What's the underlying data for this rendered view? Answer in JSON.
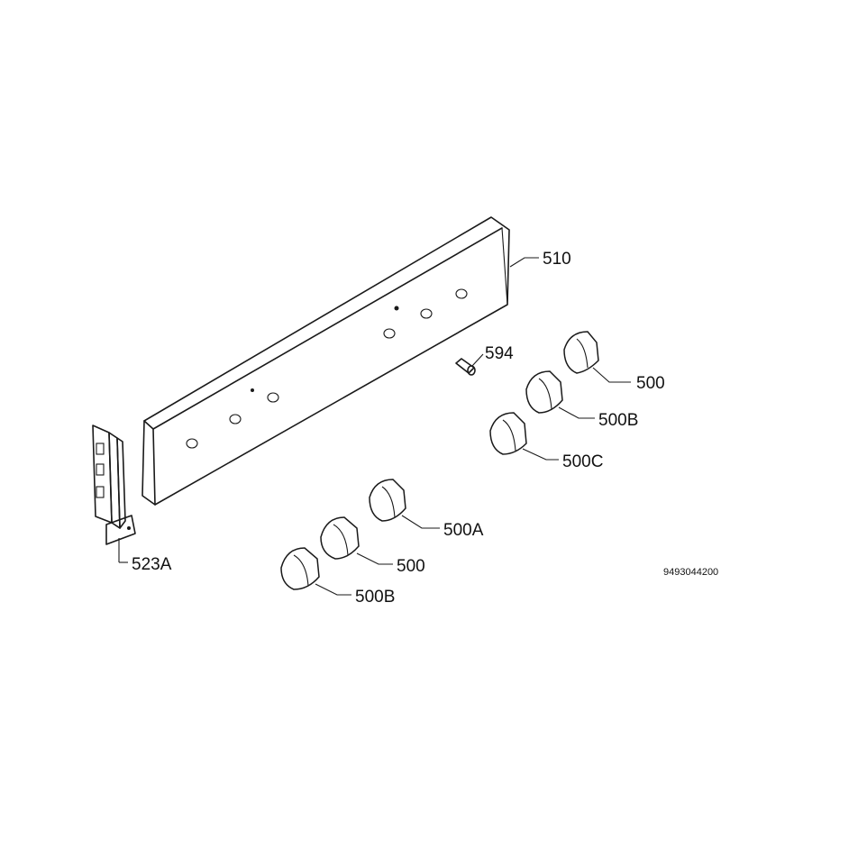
{
  "diagram": {
    "drawing_code": "9493044200",
    "parts": [
      {
        "id": "control-panel",
        "label": "510"
      },
      {
        "id": "screw",
        "label": "594"
      },
      {
        "id": "knob-right-1",
        "label": "500"
      },
      {
        "id": "knob-right-2",
        "label": "500B"
      },
      {
        "id": "knob-right-3",
        "label": "500C"
      },
      {
        "id": "knob-left-1",
        "label": "500A"
      },
      {
        "id": "knob-left-2",
        "label": "500"
      },
      {
        "id": "knob-left-3",
        "label": "500B"
      },
      {
        "id": "bracket",
        "label": "523A"
      }
    ]
  }
}
